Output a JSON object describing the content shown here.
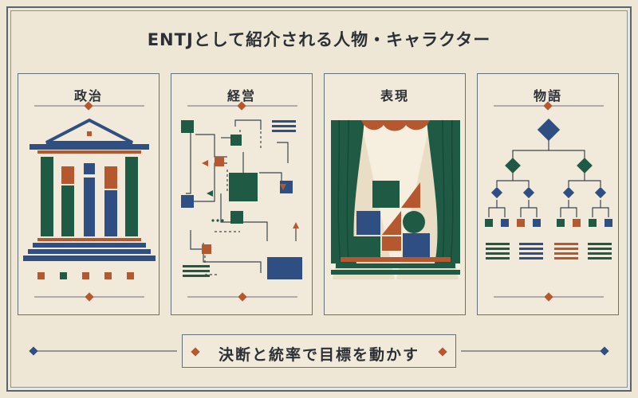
{
  "title": "ENTJとして紹介される人物・キャラクター",
  "cards": [
    {
      "label": "政治",
      "icon": "government-building-icon"
    },
    {
      "label": "経営",
      "icon": "business-flowchart-icon"
    },
    {
      "label": "表現",
      "icon": "theater-stage-icon"
    },
    {
      "label": "物語",
      "icon": "story-tree-icon"
    }
  ],
  "footer": {
    "text": "決断と統率で目標を動かす"
  },
  "colors": {
    "background": "#efe7d6",
    "green": "#1f5a44",
    "blue": "#2f4f82",
    "orange": "#b5572f",
    "line": "#5b6570"
  }
}
